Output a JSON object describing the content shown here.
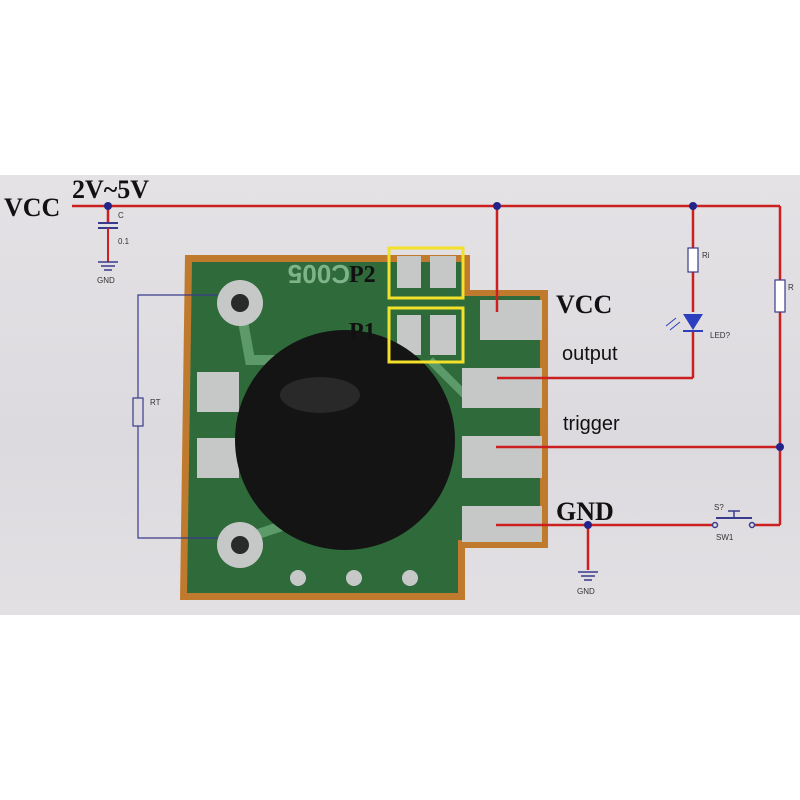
{
  "labels": {
    "vcc_left": "VCC",
    "voltage": "2V~5V",
    "p2": "P2",
    "p1": "P1",
    "vcc_pin": "VCC",
    "output": "output",
    "trigger": "trigger",
    "gnd": "GND",
    "board_marking": "C005"
  },
  "components": {
    "cap_ref": "C",
    "cap_value": "0.1",
    "gnd_left": "GND",
    "gnd_bottom": "GND",
    "rt": "RT",
    "ri": "Ri",
    "r": "R",
    "led": "LED?",
    "sw_ref": "S?",
    "sw_name": "SW1"
  },
  "colors": {
    "wire_red": "#cc1f1f",
    "wire_blue": "#3a3a8c",
    "pcb_green": "#2f6b3a",
    "pcb_edge": "#c07a2e",
    "pad_silver": "#c6c8c8",
    "highlight": "#f2e02a",
    "blob": "#141414"
  }
}
